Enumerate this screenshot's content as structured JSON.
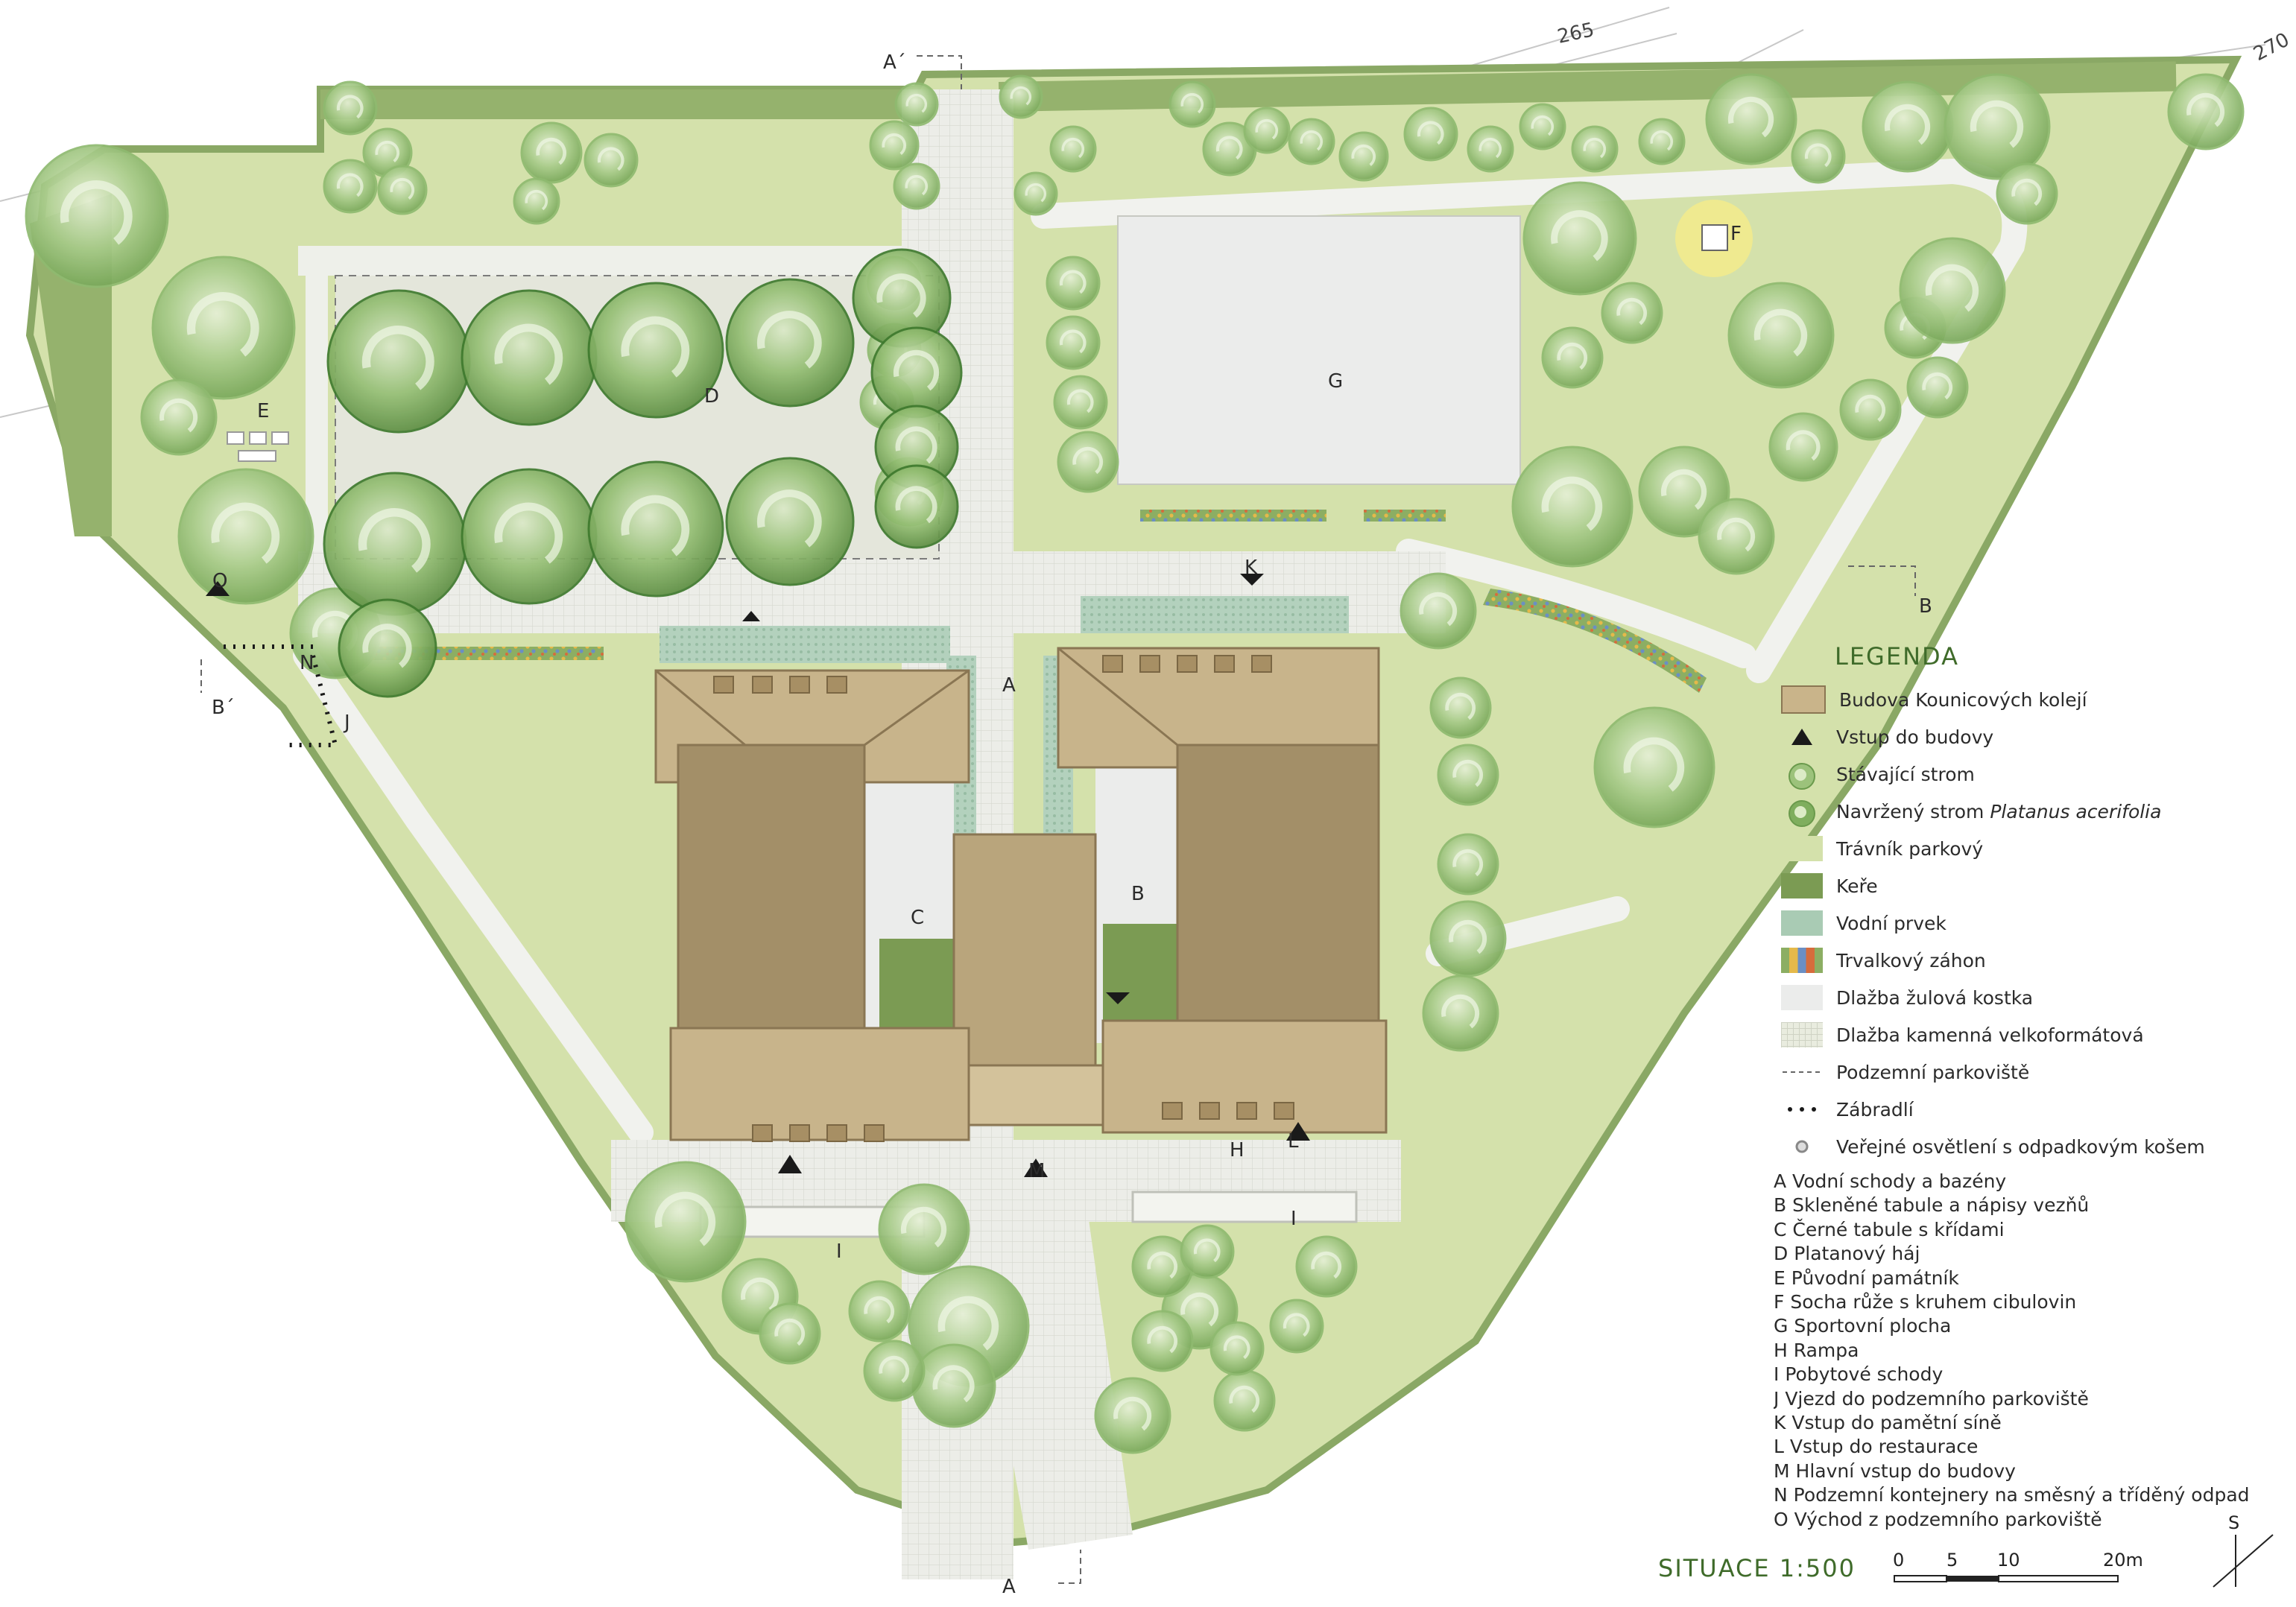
{
  "plan": {
    "contours": [
      "265",
      "270"
    ],
    "section_marks": {
      "a": "A´",
      "a_bottom": "A",
      "b": "B",
      "b_prime": "B´"
    },
    "zones": {
      "A": "A",
      "B": "B",
      "C": "C",
      "D": "D",
      "E": "E",
      "F": "F",
      "G": "G",
      "H": "H",
      "I": "I",
      "J": "J",
      "K": "K",
      "L": "L",
      "M": "M",
      "N": "N",
      "O": "O"
    }
  },
  "legend": {
    "title": "LEGENDA",
    "items": [
      {
        "label": "Budova Kounicových kolejí",
        "color": "#c9b48a"
      },
      {
        "label": "Vstup do budovy",
        "color": "#1a1a1a"
      },
      {
        "label": "Stávající strom",
        "color": "#9cc27b"
      },
      {
        "label_prefix": "Navržený strom ",
        "label_italic": "Platanus acerifolia",
        "color": "#7fae5e"
      },
      {
        "label": "Trávník parkový",
        "color": "#d4e1ab"
      },
      {
        "label": "Keře",
        "color": "#7b9b53"
      },
      {
        "label": "Vodní prvek",
        "color": "#a9cbb4"
      },
      {
        "label": "Trvalkový záhon",
        "color": "#d9a94a"
      },
      {
        "label": "Dlažba žulová kostka",
        "color": "#ebeceb"
      },
      {
        "label": "Dlažba kamenná velkoformátová",
        "color": "#e9ecdf"
      },
      {
        "label": "Podzemní parkoviště",
        "color": "#666666"
      },
      {
        "label": "Zábradlí",
        "color": "#1a1a1a"
      },
      {
        "label": "Veřejné osvětlení s odpadkovým košem",
        "color": "#888888"
      }
    ],
    "codes": [
      "A Vodní schody a bazény",
      "B Skleněné tabule a nápisy vezňů",
      "C Černé tabule s křídami",
      "D Platanový háj",
      "E Původní památník",
      "F Socha růže s kruhem cibulovin",
      "G Sportovní plocha",
      "H Rampa",
      "I Pobytové schody",
      "J Vjezd do podzemního parkoviště",
      "K Vstup do pamětní síně",
      "L Vstup do restaurace",
      "M Hlavní vstup do budovy",
      "N Podzemní kontejnery na směsný a tříděný odpad",
      "O Východ z podzemního parkoviště"
    ]
  },
  "scale": {
    "title": "SITUACE 1:500",
    "ticks": [
      "0",
      "5",
      "10",
      "20m"
    ],
    "north": "S"
  },
  "colors": {
    "lawn": "#d4e1ab",
    "shrub": "#8aa865",
    "tree_existing": "#9cc27b",
    "tree_new": "#7fae5e",
    "building_roof": "#c9b48a",
    "building_roof_dark": "#9e8a63",
    "paving": "#ebeceb",
    "water": "#a9cbb4",
    "path": "#f1f2ee"
  }
}
